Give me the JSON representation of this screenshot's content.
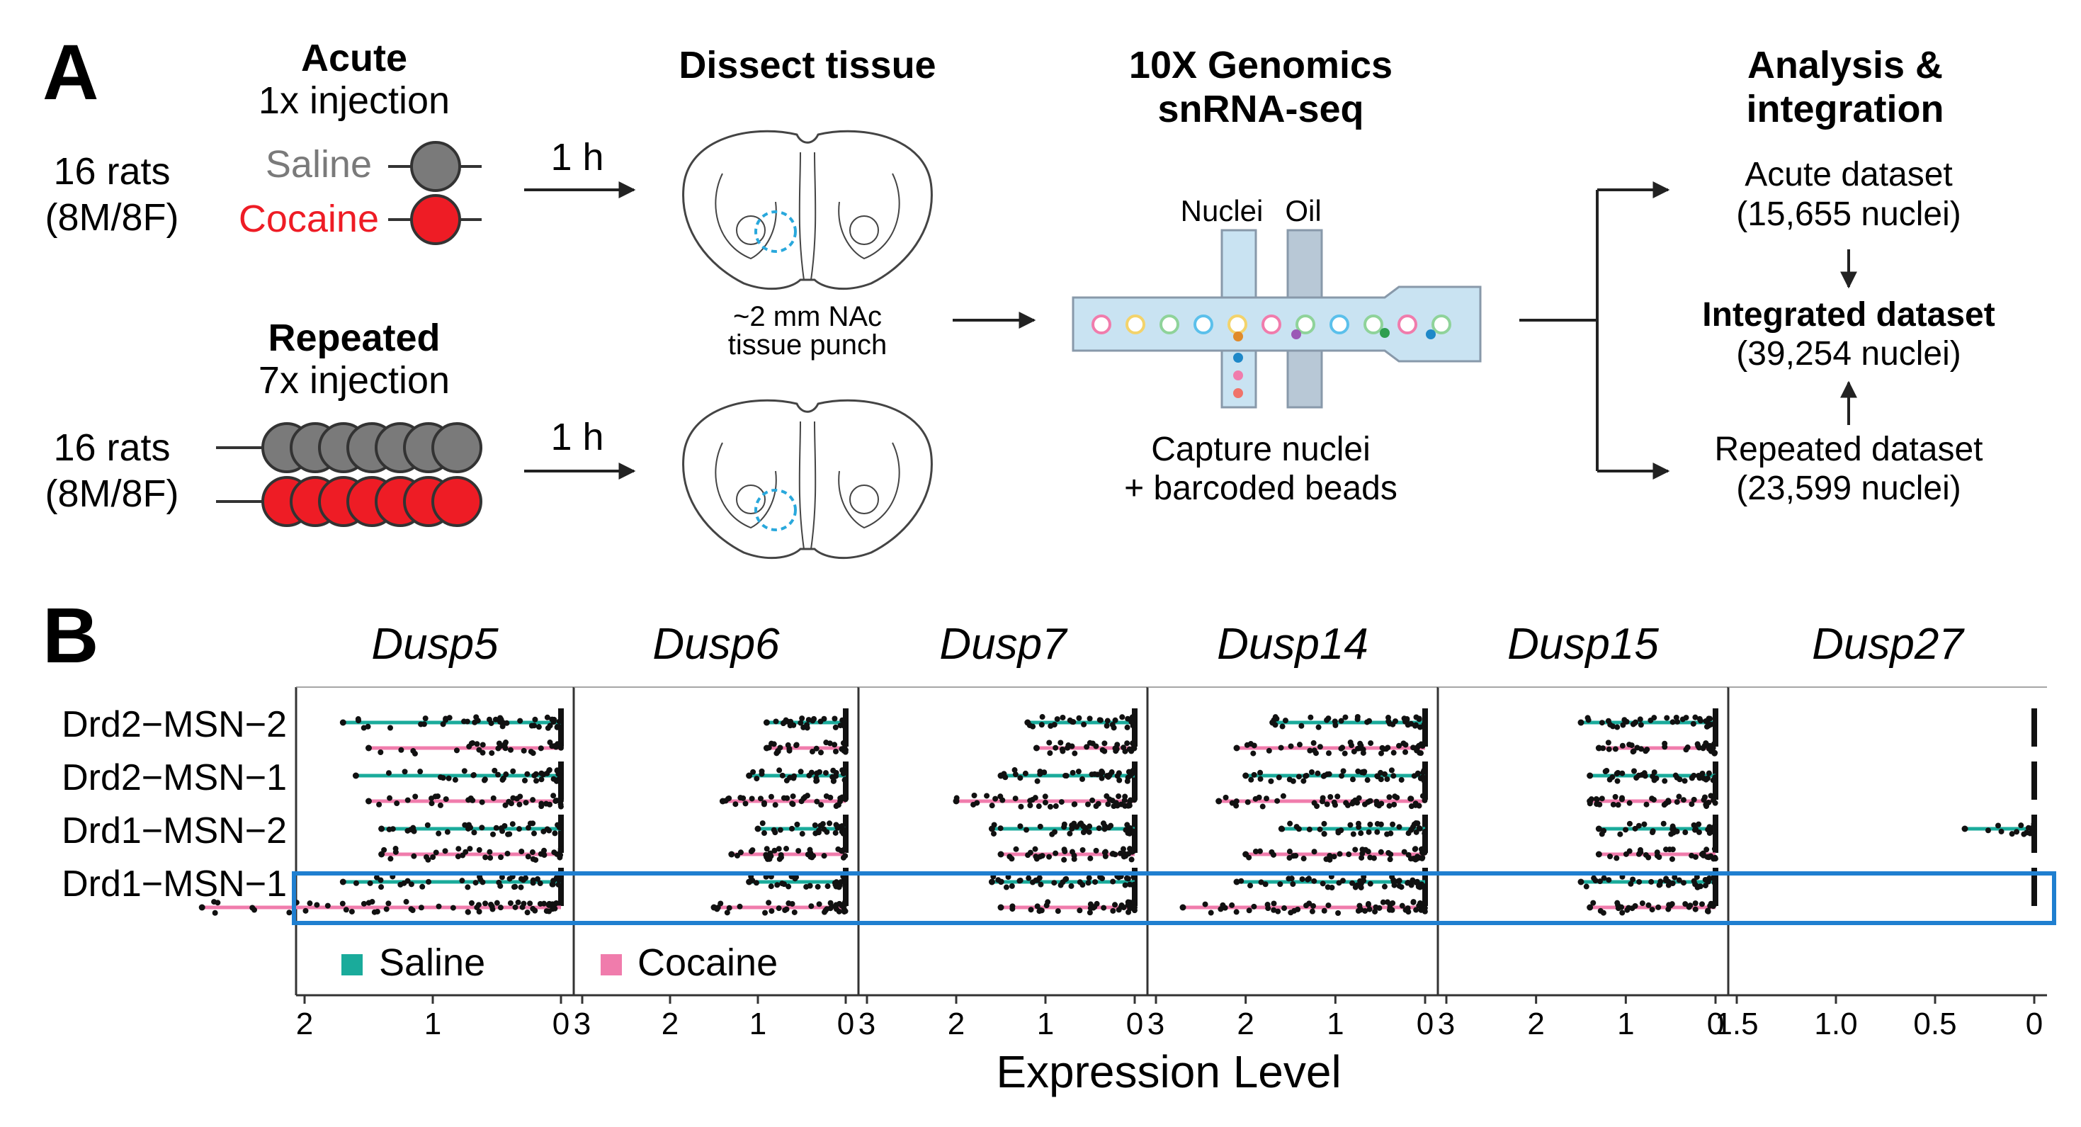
{
  "figure": {
    "panel_a": {
      "label": "A",
      "acute": {
        "title": "Acute",
        "subtitle": "1x injection",
        "rats": "16 rats",
        "sex": "(8M/8F)",
        "saline_label": "Saline",
        "cocaine_label": "Cocaine",
        "time_label": "1 h"
      },
      "repeated": {
        "title": "Repeated",
        "subtitle": "7x injection",
        "rats": "16 rats",
        "sex": "(8M/8F)",
        "time_label": "1 h"
      },
      "dissect": {
        "title": "Dissect tissue",
        "punch_line1": "~2 mm NAc",
        "punch_line2": "tissue punch"
      },
      "genomics": {
        "title_line1": "10X Genomics",
        "title_line2": "snRNA-seq",
        "nuclei_label": "Nuclei",
        "oil_label": "Oil",
        "caption_line1": "Capture nuclei",
        "caption_line2": "+ barcoded beads"
      },
      "analysis": {
        "title_line1": "Analysis &",
        "title_line2": "integration",
        "acute_line1": "Acute dataset",
        "acute_line2": "(15,655 nuclei)",
        "integrated_line1": "Integrated dataset",
        "integrated_line2": "(39,254 nuclei)",
        "repeated_line1": "Repeated dataset",
        "repeated_line2": "(23,599 nuclei)"
      }
    },
    "panel_b": {
      "label": "B"
    }
  },
  "colors": {
    "saline_gray": "#7a7a7a",
    "cocaine_red": "#ee1c25",
    "teal": "#1aab9b",
    "pink": "#f07cac",
    "highlight": "#1f7fd0",
    "channel": "#c9e3f2"
  },
  "chart_data": {
    "type": "scatter",
    "xlabel": "Expression Level",
    "categories": [
      "Drd2−MSN−2",
      "Drd2−MSN−1",
      "Drd1−MSN−2",
      "Drd1−MSN−1"
    ],
    "highlighted_category": "Drd1−MSN−1",
    "axis_reversed": true,
    "legend": {
      "entries": [
        "Saline",
        "Cocaine"
      ]
    },
    "series": [
      {
        "name": "Saline",
        "color": "#1aab9b"
      },
      {
        "name": "Cocaine",
        "color": "#f07cac"
      }
    ],
    "panels": [
      {
        "gene": "Dusp5",
        "xlim": [
          0,
          2.0
        ],
        "ticks": [
          "2",
          "1",
          "0"
        ],
        "tick_values": [
          2,
          1,
          0
        ],
        "max_expression": {
          "Saline": [
            1.7,
            1.6,
            1.4,
            1.7
          ],
          "Cocaine": [
            1.5,
            1.5,
            1.4,
            2.8
          ]
        }
      },
      {
        "gene": "Dusp6",
        "xlim": [
          0,
          3.0
        ],
        "ticks": [
          "3",
          "2",
          "1",
          "0"
        ],
        "tick_values": [
          3,
          2,
          1,
          0
        ],
        "max_expression": {
          "Saline": [
            0.9,
            1.1,
            1.0,
            1.1
          ],
          "Cocaine": [
            0.9,
            1.4,
            1.3,
            1.5
          ]
        }
      },
      {
        "gene": "Dusp7",
        "xlim": [
          0,
          3.0
        ],
        "ticks": [
          "3",
          "2",
          "1",
          "0"
        ],
        "tick_values": [
          3,
          2,
          1,
          0
        ],
        "max_expression": {
          "Saline": [
            1.2,
            1.5,
            1.6,
            1.6
          ],
          "Cocaine": [
            1.1,
            2.0,
            1.5,
            1.5
          ]
        }
      },
      {
        "gene": "Dusp14",
        "xlim": [
          0,
          3.0
        ],
        "ticks": [
          "3",
          "2",
          "1",
          "0"
        ],
        "tick_values": [
          3,
          2,
          1,
          0
        ],
        "max_expression": {
          "Saline": [
            1.7,
            2.0,
            1.6,
            2.1
          ],
          "Cocaine": [
            2.1,
            2.3,
            2.0,
            2.7
          ]
        }
      },
      {
        "gene": "Dusp15",
        "xlim": [
          0,
          3.0
        ],
        "ticks": [
          "3",
          "2",
          "1",
          "0"
        ],
        "tick_values": [
          3,
          2,
          1,
          0
        ],
        "max_expression": {
          "Saline": [
            1.5,
            1.4,
            1.3,
            1.5
          ],
          "Cocaine": [
            1.3,
            1.4,
            1.3,
            1.4
          ]
        }
      },
      {
        "gene": "Dusp27",
        "xlim": [
          0,
          1.5
        ],
        "ticks": [
          "1.5",
          "1.0",
          "0.5",
          "0"
        ],
        "tick_values": [
          1.5,
          1.0,
          0.5,
          0
        ],
        "max_expression": {
          "Saline": [
            0,
            0,
            0.35,
            0
          ],
          "Cocaine": [
            0,
            0,
            0,
            0
          ]
        }
      }
    ]
  }
}
